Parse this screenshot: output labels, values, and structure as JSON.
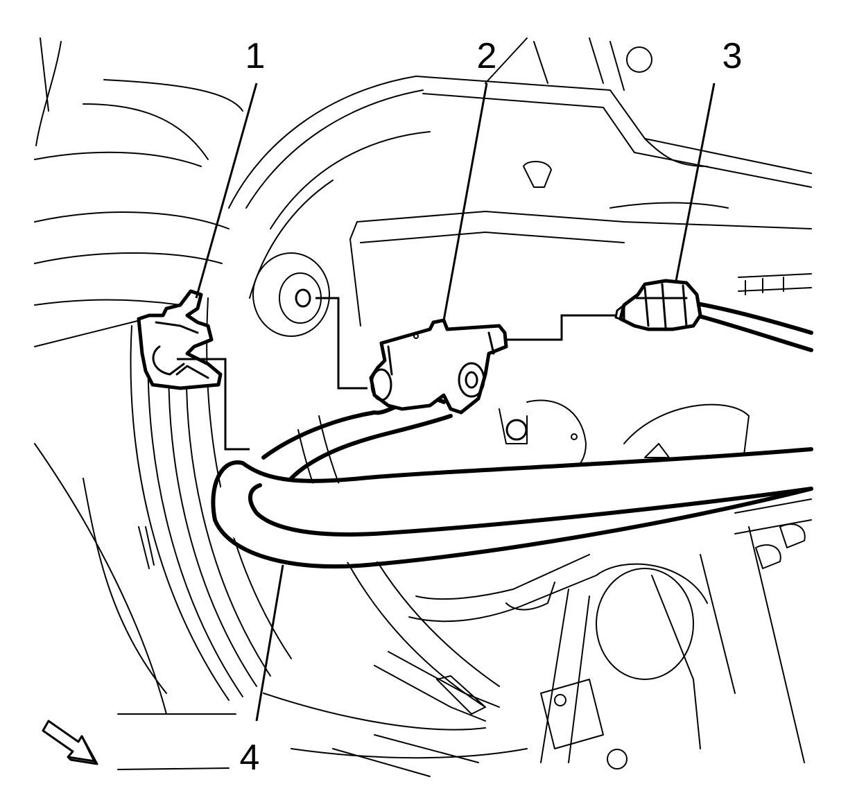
{
  "callouts": [
    {
      "id": "1",
      "label": "1"
    },
    {
      "id": "2",
      "label": "2"
    },
    {
      "id": "3",
      "label": "3"
    },
    {
      "id": "4",
      "label": "4"
    }
  ],
  "icons": {
    "direction": "direction-arrow-icon"
  }
}
